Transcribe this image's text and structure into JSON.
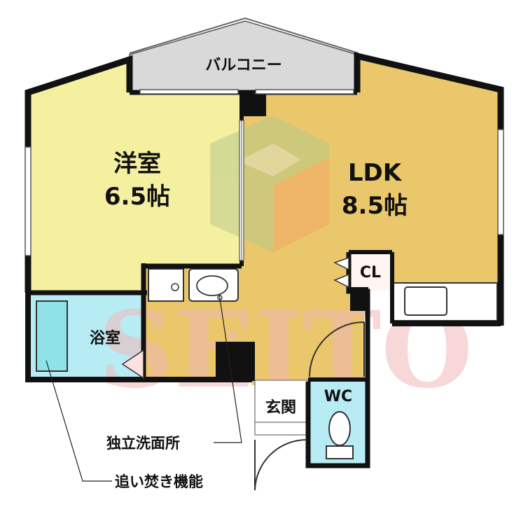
{
  "colors": {
    "western_room": "#f5f0a0",
    "ldk": "#e9c76a",
    "corridor": "#e9c76a",
    "bath": "#b8ecf4",
    "balcony": "#d9d9d9",
    "wall": "#111111",
    "tub": "#8fe3e8",
    "watermark_red": "#f2b8b8",
    "watermark_blue": "#c9cde6",
    "logo_green": "#b9c98a",
    "logo_orange": "#f4a868"
  },
  "rooms": {
    "western": {
      "name": "洋室",
      "size": "6.5帖"
    },
    "ldk": {
      "name": "LDK",
      "size": "8.5帖"
    },
    "balcony": {
      "name": "バルコニー"
    },
    "bath": {
      "name": "浴室"
    },
    "closet": {
      "name": "CL"
    },
    "entrance": {
      "name": "玄関"
    },
    "toilet": {
      "name": "WC"
    }
  },
  "callouts": {
    "washroom": "独立洗面所",
    "reheating": "追い焚き機能"
  },
  "watermark": {
    "text": "SEITO"
  }
}
